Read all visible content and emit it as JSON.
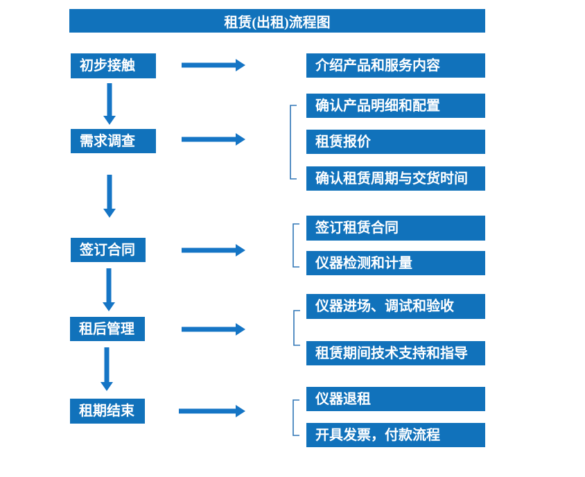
{
  "title": "租赁(出租)流程图",
  "colors": {
    "box_blue": "#1172BB",
    "arrow_blue": "#1575C5",
    "bracket_blue": "#2E75B6",
    "text": "#FFFFFF",
    "background": "#FFFFFF"
  },
  "steps": [
    {
      "label": "初步接触",
      "details": [
        "介绍产品和服务内容"
      ]
    },
    {
      "label": "需求调查",
      "details": [
        "确认产品明细和配置",
        "租赁报价",
        "确认租赁周期与交货时间"
      ]
    },
    {
      "label": "签订合同",
      "details": [
        "签订租赁合同",
        "仪器检测和计量"
      ]
    },
    {
      "label": "租后管理",
      "details": [
        "仪器进场、调试和验收",
        "租赁期间技术支持和指导"
      ]
    },
    {
      "label": "租期结束",
      "details": [
        "仪器退租",
        "开具发票，付款流程"
      ]
    }
  ]
}
